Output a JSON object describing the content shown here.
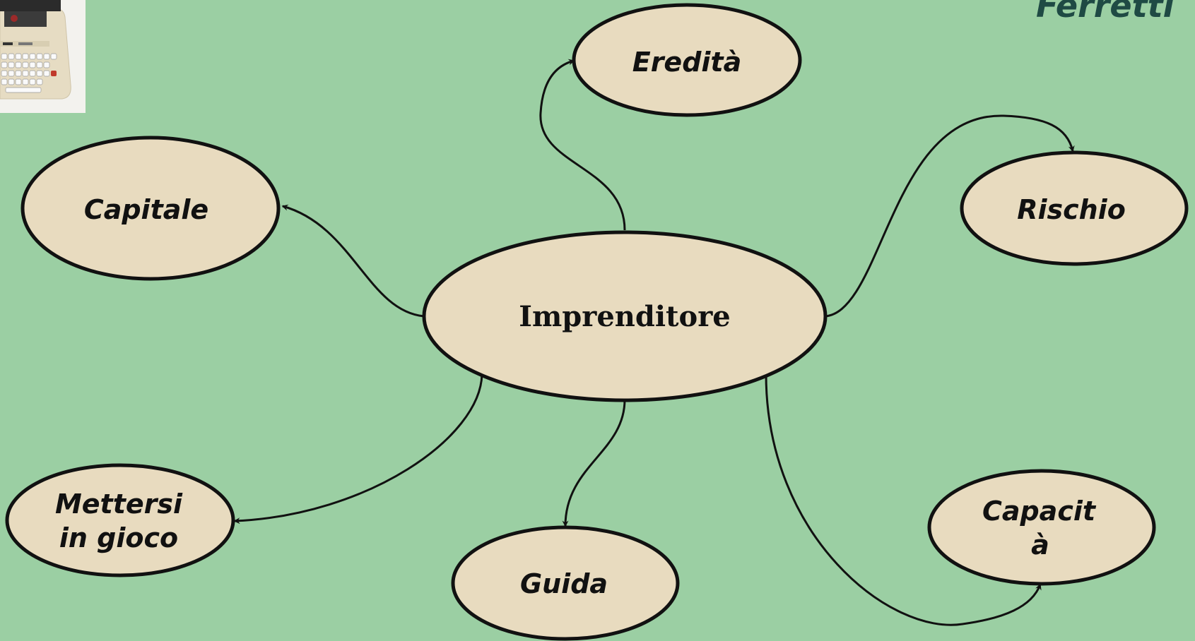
{
  "brand": {
    "text": "Ferretti"
  },
  "colors": {
    "background": "#9bcfa3",
    "node_fill": "#e8dbbf",
    "stroke": "#111111",
    "brand": "#1f4a44"
  },
  "center": {
    "label": "Imprenditore"
  },
  "nodes": {
    "eredita": {
      "label": "Eredità"
    },
    "capitale": {
      "label": "Capitale"
    },
    "rischio": {
      "label": "Rischio"
    },
    "mettersi": {
      "line1": "Mettersi",
      "line2": "in gioco"
    },
    "guida": {
      "label": "Guida"
    },
    "capacita": {
      "line1": "Capacit",
      "line2": "à"
    }
  },
  "image": {
    "icon": "typewriter-photo"
  }
}
